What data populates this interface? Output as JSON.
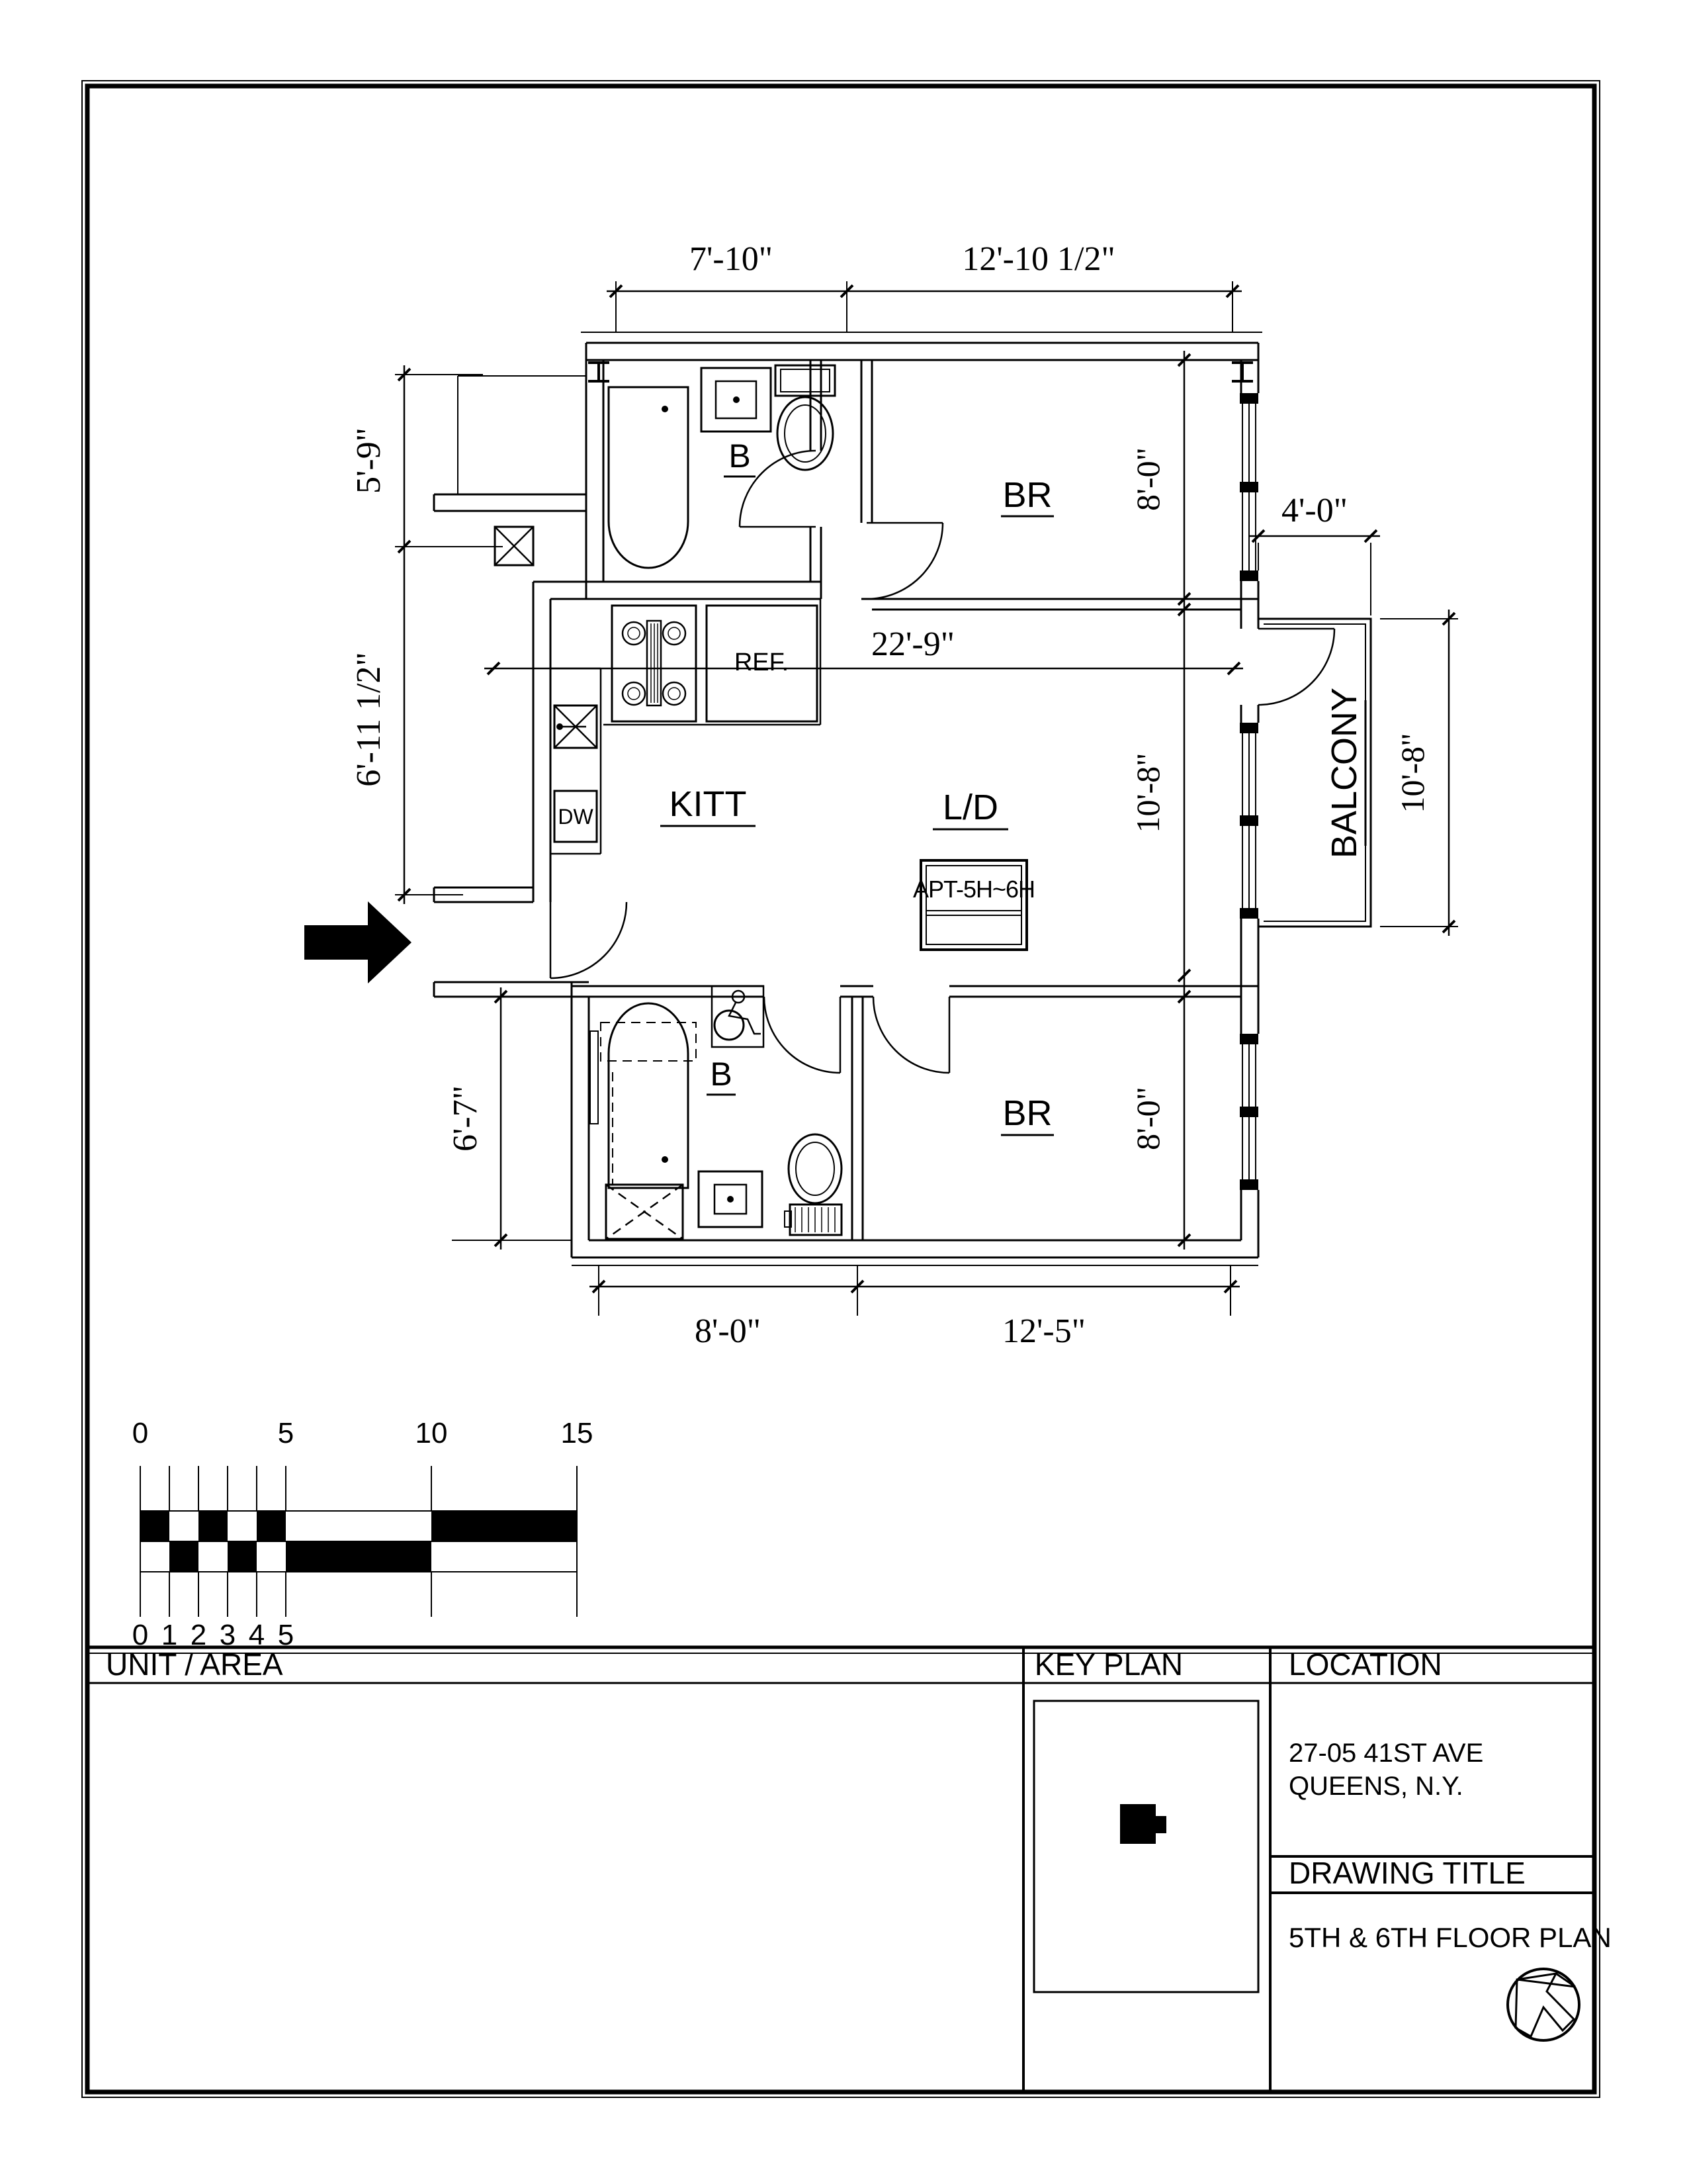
{
  "drawing": {
    "apt_tag": "APT-5H~6H",
    "rooms": {
      "bath_upper": "B",
      "bedroom_upper": "BR",
      "kitchen": "KITT",
      "living_dining": "L/D",
      "balcony": "BALCONY",
      "bath_lower": "B",
      "bedroom_lower": "BR"
    },
    "labels": {
      "refrigerator": "REF.",
      "dishwasher": "DW"
    },
    "dims": {
      "top_width_left": "7'-10\"",
      "top_width_right": "12'-10 1/2\"",
      "left_upper": "5'-9\"",
      "left_middle": "6'-11 1/2\"",
      "left_lower": "6'-7\"",
      "overall_width": "22'-9\"",
      "bedroom_upper_depth": "8'-0\"",
      "living_depth": "10'-8\"",
      "bedroom_lower_depth": "8'-0\"",
      "balcony_width": "4'-0\"",
      "balcony_depth": "10'-8\"",
      "bottom_bath_width": "8'-0\"",
      "bottom_bedroom_width": "12'-5\""
    },
    "scale_bar": {
      "top_labels": [
        "0",
        "5",
        "10",
        "15"
      ],
      "bottom_labels": [
        "0",
        "1",
        "2",
        "3",
        "4",
        "5"
      ]
    },
    "title_block": {
      "unit_area": "UNIT / AREA",
      "key_plan": "KEY PLAN",
      "location": "LOCATION",
      "address_line1": "27-05 41ST AVE",
      "address_line2": "QUEENS, N.Y.",
      "drawing_title_label": "DRAWING TITLE",
      "drawing_title": "5TH & 6TH FLOOR PLAN"
    }
  }
}
